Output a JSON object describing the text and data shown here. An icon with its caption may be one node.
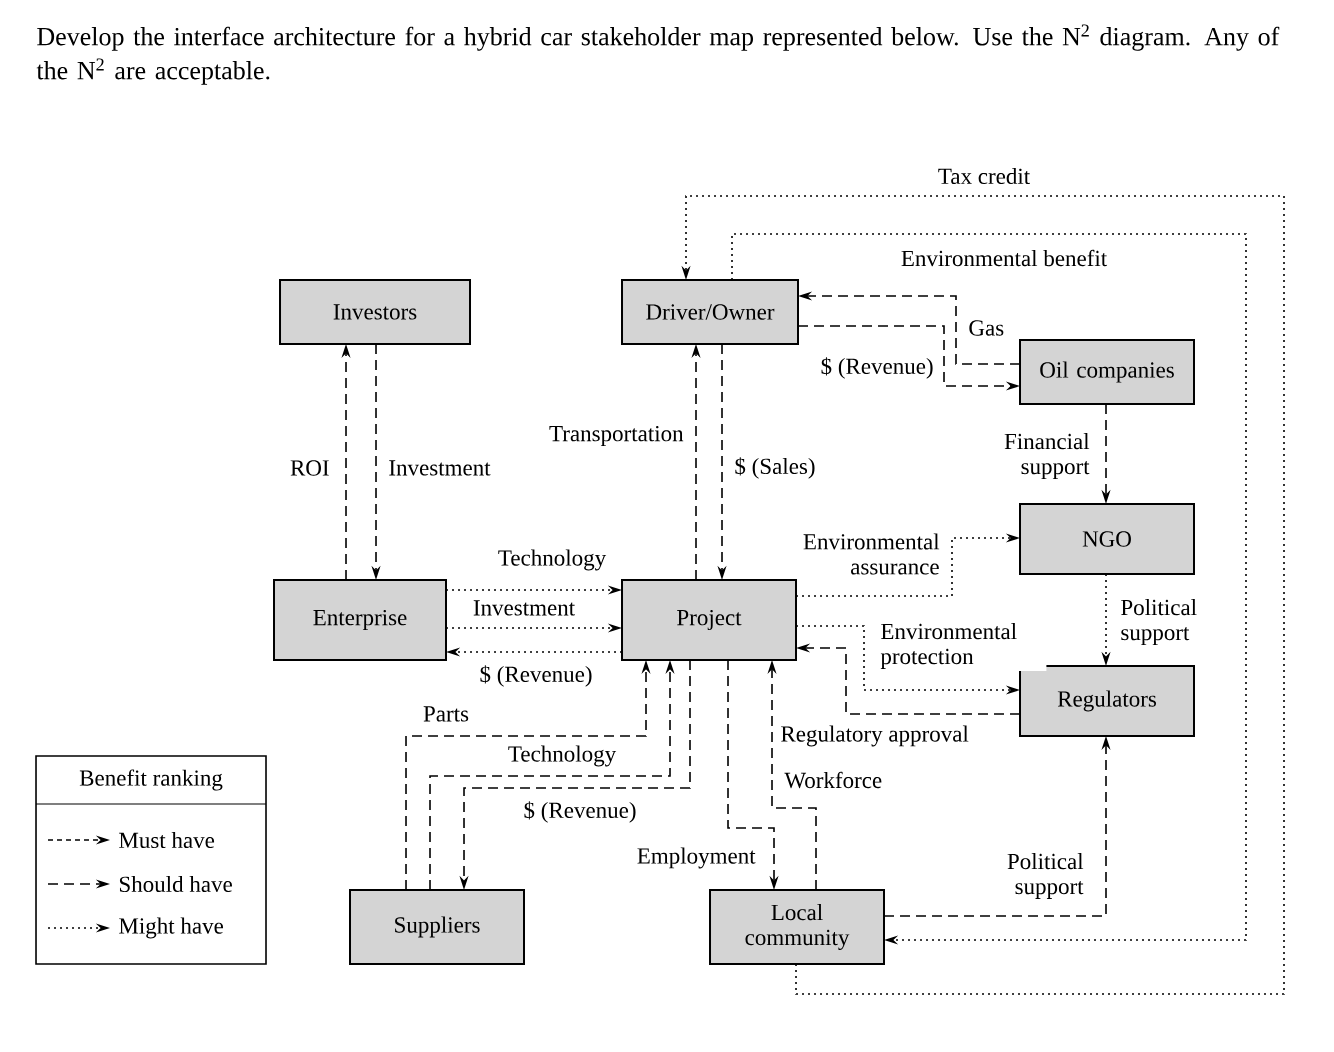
{
  "diagram": {
    "title": "Develop the interface architecture for a hybrid car stakeholder map represented below. Use the N$^{2}$ diagram. Any of the N$^{2}$ are acceptable.",
    "nodes": [
      {
        "text": [
          "Investors"
        ]
      },
      {
        "text": [
          "Driver/Owner"
        ]
      },
      {
        "text": [
          "Oil companies"
        ]
      },
      {
        "text": [
          "Enterprise"
        ]
      },
      {
        "text": [
          "Project"
        ]
      },
      {
        "text": [
          "NGO"
        ]
      },
      {
        "text": [
          "Regulators"
        ]
      },
      {
        "text": [
          "Suppliers"
        ]
      },
      {
        "text": [
          "Local community"
        ]
      }
    ],
    "edges": [
      {
        "from": 3,
        "to": 0,
        "arrow": "to",
        "label": "ROI"
      },
      {
        "from": 0,
        "to": 3,
        "arrow": "to",
        "label": "Investment"
      },
      {
        "from": 4,
        "to": 1,
        "arrow": "to",
        "label": "Transportation"
      },
      {
        "from": 1,
        "to": 4,
        "arrow": "to",
        "label": "$ (Sales)"
      },
      {
        "from": 2,
        "to": 1,
        "arrow": "to",
        "label": "Gas"
      },
      {
        "from": 1,
        "to": 2,
        "arrow": "to",
        "label": "$ (Revenue)"
      },
      {
        "from": 2,
        "to": 5,
        "arrow": "to",
        "label": "Financial support"
      },
      {
        "from": 8,
        "to": 1,
        "arrow": "to",
        "label": "Tax credit",
        "style": "dashed"
      },
      {
        "from": 1,
        "to": 8,
        "arrow": "to",
        "label": "Environmental benefit",
        "style": "dashed"
      },
      {
        "from": 3,
        "to": 4,
        "arrow": "to",
        "label": "Technology",
        "style": "dashed"
      },
      {
        "from": 3,
        "to": 4,
        "arrow": "to",
        "label": "Investment",
        "style": "dashed"
      },
      {
        "from": 4,
        "to": 3,
        "arrow": "to",
        "label": "$ (Revenue)",
        "style": "dashed"
      },
      {
        "from": 4,
        "to": 5,
        "arrow": "to",
        "label": "Environmental assurance",
        "style": "dashed"
      },
      {
        "from": 5,
        "to": 6,
        "arrow": "to",
        "label": "Political support",
        "style": "dashed"
      },
      {
        "from": 4,
        "to": 6,
        "arrow": "to",
        "label": "Environmental protection",
        "style": "dashed"
      },
      {
        "from": 6,
        "to": 4,
        "arrow": "to",
        "label": "Regulatory approval"
      },
      {
        "from": 8,
        "to": 6,
        "arrow": "to",
        "label": "Political support"
      },
      {
        "from": 7,
        "to": 4,
        "arrow": "to",
        "label": "Parts"
      },
      {
        "from": 7,
        "to": 4,
        "arrow": "to",
        "label": "Technology"
      },
      {
        "from": 4,
        "to": 7,
        "arrow": "to",
        "label": "$ (Revenue)"
      },
      {
        "from": 4,
        "to": 8,
        "arrow": "to",
        "label": "Employment"
      },
      {
        "from": 8,
        "to": 4,
        "arrow": "to",
        "label": "Workforce"
      }
    ],
    "labels": [
      "Benefit ranking"
    ],
    "legend": [
      {
        "text": "Must have"
      },
      {
        "text": "Should have"
      },
      {
        "text": "Might have"
      }
    ]
  }
}
